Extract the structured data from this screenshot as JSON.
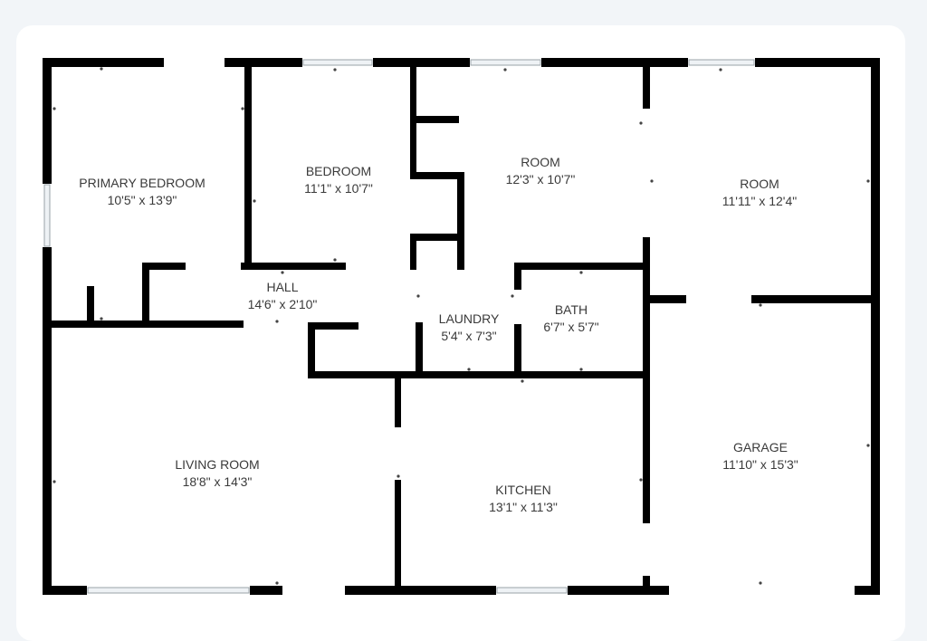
{
  "rooms": {
    "primary_bedroom": {
      "name": "PRIMARY BEDROOM",
      "dims": "10'5\" x 13'9\""
    },
    "bedroom": {
      "name": "BEDROOM",
      "dims": "11'1\" x 10'7\""
    },
    "room_center": {
      "name": "ROOM",
      "dims": "12'3\" x 10'7\""
    },
    "room_right": {
      "name": "ROOM",
      "dims": "11'11\" x 12'4\""
    },
    "hall": {
      "name": "HALL",
      "dims": "14'6\" x 2'10\""
    },
    "laundry": {
      "name": "LAUNDRY",
      "dims": "5'4\" x 7'3\""
    },
    "bath": {
      "name": "BATH",
      "dims": "6'7\" x 5'7\""
    },
    "living_room": {
      "name": "LIVING ROOM",
      "dims": "18'8\" x 14'3\""
    },
    "kitchen": {
      "name": "KITCHEN",
      "dims": "13'1\" x 11'3\""
    },
    "garage": {
      "name": "GARAGE",
      "dims": "11'10\" x 15'3\""
    }
  },
  "colors": {
    "wall": "#000000",
    "window": "#e8eef2",
    "background": "#f2f5f8",
    "card": "#ffffff",
    "text": "#3a3a3a"
  }
}
